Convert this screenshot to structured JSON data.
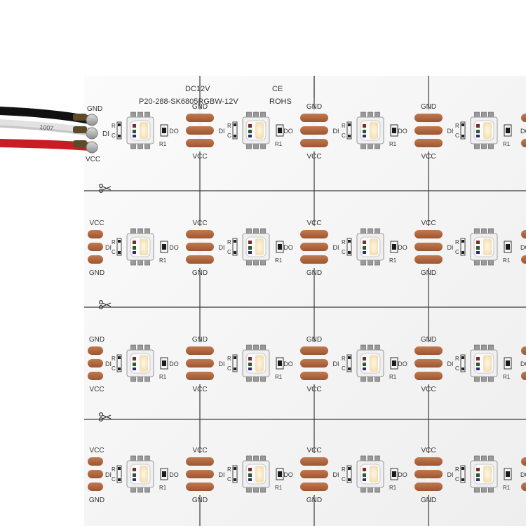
{
  "board": {
    "voltage": "DC12V",
    "part_number": "P20-288-SK6805RGBW-12V",
    "ce_mark": "CE",
    "rohs": "ROHS"
  },
  "labels": {
    "gnd": "GND",
    "vcc": "VCC",
    "di": "DI",
    "do": "DO",
    "r": "R",
    "c": "C",
    "r1": "R1",
    "wire_print": "1007"
  },
  "rows": [
    {
      "top": "GND",
      "bottom": "VCC"
    },
    {
      "top": "VCC",
      "bottom": "GND"
    },
    {
      "top": "GND",
      "bottom": "VCC"
    },
    {
      "top": "VCC",
      "bottom": "GND"
    }
  ],
  "colors": {
    "board": "#f4f4f4",
    "copper_pad": "#b0683f",
    "trace": "#333333",
    "led_body": "#f2f2f2",
    "wire_black": "#111111",
    "wire_white": "#e6e6e6",
    "wire_red": "#c81d25",
    "solder": "#b9b9b9"
  }
}
